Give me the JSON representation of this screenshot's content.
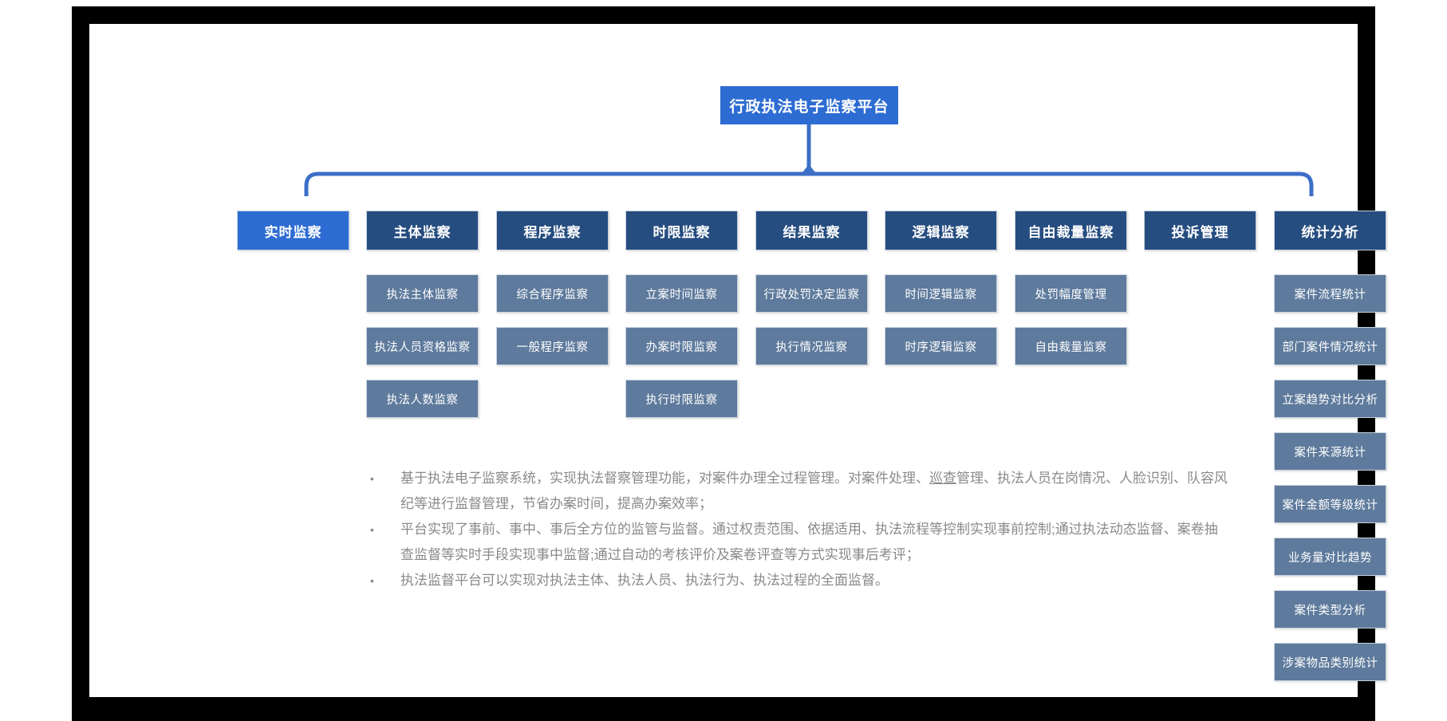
{
  "title": "行政执法电子监察平台",
  "colors": {
    "title_bg": "#2d6cd2",
    "highlight_box_bg": "#2d6cd2",
    "category_box_bg": "#264d80",
    "sub_box_bg": "#5e7a9c",
    "connector": "#3c6fc6",
    "note_text": "#8a8a8a",
    "frame": "#000000"
  },
  "columns": [
    {
      "label": "实时监察",
      "highlighted": true,
      "children": []
    },
    {
      "label": "主体监察",
      "highlighted": false,
      "children": [
        {
          "label": "执法主体监察"
        },
        {
          "label": "执法人员资格监察"
        },
        {
          "label": "执法人数监察"
        }
      ]
    },
    {
      "label": "程序监察",
      "highlighted": false,
      "children": [
        {
          "label": "综合程序监察"
        },
        {
          "label": "一般程序监察"
        }
      ]
    },
    {
      "label": "时限监察",
      "highlighted": false,
      "children": [
        {
          "label": "立案时间监察"
        },
        {
          "label": "办案时限监察"
        },
        {
          "label": "执行时限监察"
        }
      ]
    },
    {
      "label": "结果监察",
      "highlighted": false,
      "children": [
        {
          "label": "行政处罚决定监察"
        },
        {
          "label": "执行情况监察"
        }
      ]
    },
    {
      "label": "逻辑监察",
      "highlighted": false,
      "children": [
        {
          "label": "时间逻辑监察"
        },
        {
          "label": "时序逻辑监察"
        }
      ]
    },
    {
      "label": "自由裁量监察",
      "highlighted": false,
      "children": [
        {
          "label": "处罚幅度管理"
        },
        {
          "label": "自由裁量监察"
        }
      ]
    },
    {
      "label": "投诉管理",
      "highlighted": false,
      "children": []
    },
    {
      "label": "统计分析",
      "highlighted": false,
      "children": [
        {
          "label": "案件流程统计"
        },
        {
          "label": "部门案件情况统计"
        },
        {
          "label": "立案趋势对比分析"
        },
        {
          "label": "案件来源统计"
        },
        {
          "label": "案件金额等级统计"
        },
        {
          "label": "业务量对比趋势"
        },
        {
          "label": "案件类型分析"
        },
        {
          "label": "涉案物品类别统计"
        }
      ]
    }
  ],
  "notes": {
    "bullets": [
      {
        "segments": [
          {
            "text": "基于执法电子监察系统，实现执法督察管理功能，对案件办理全过程管理。对案件处理、",
            "underline": false
          },
          {
            "text": "巡查",
            "underline": true
          },
          {
            "text": "管理、执法人员在岗情况、人脸识别、队容风纪等进行监督管理，节省办案时间，提高办案效率；",
            "underline": false
          }
        ]
      },
      {
        "segments": [
          {
            "text": "平台实现了事前、事中、事后全方位的监管与监督。通过权责范围、依据适用、执法流程等控制实现事前控制;通过执法动态监督、案卷抽查监督等实时手段实现事中监督;通过自动的考核评价及案卷评查等方式实现事后考评；",
            "underline": false
          }
        ]
      },
      {
        "segments": [
          {
            "text": "执法监督平台可以实现对执法主体、执法人员、执法行为、执法过程的全面监督。",
            "underline": false
          }
        ]
      }
    ],
    "bullet_char": "•"
  }
}
